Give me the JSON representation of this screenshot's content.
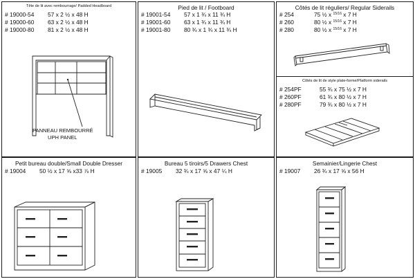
{
  "headboard": {
    "title": "Tête de lit avec rembourrage/ Padded Headboard",
    "rows": [
      {
        "code": "# 19000-54",
        "dims": "57 x 2 ½ x 48 H"
      },
      {
        "code": "# 19000-60",
        "dims": "63 x 2 ½ x 48 H"
      },
      {
        "code": "# 19000-80",
        "dims": "81 x 2 ½ x 48 H"
      }
    ],
    "callout_line1": "PANNEAU REMBOURRÉ",
    "callout_line2": "UPH PANEL"
  },
  "footboard": {
    "title": "Pied de lit / Footboard",
    "rows": [
      {
        "code": "# 19001-54",
        "dims": "57 x 1 ¾ x 11 ¾ H"
      },
      {
        "code": "# 19001-60",
        "dims": "63 x 1 ¾ x 11 ¾ H"
      },
      {
        "code": "# 19001-80",
        "dims": "80 ¾ x 1 ¾ x 11 ¾ H"
      }
    ]
  },
  "regular_siderails": {
    "title": "Côtés de lit réguliers/ Regular Siderails",
    "rows": [
      {
        "code": "# 254",
        "dims_a": "75 ½ x ",
        "frac": "15/16",
        "dims_b": " x 7 H"
      },
      {
        "code": "# 260",
        "dims_a": "80 ½ x ",
        "frac": "15/16",
        "dims_b": " x 7 H"
      },
      {
        "code": "# 280",
        "dims_a": "80 ½ x ",
        "frac": "15/16",
        "dims_b": " x 7 H"
      }
    ]
  },
  "platform_siderails": {
    "title": "Côtés de lit de style plate-forme/Platform siderails",
    "rows": [
      {
        "code": "# 254PF",
        "dims": "55 ¾ x 75 ½ x 7 H"
      },
      {
        "code": "# 260PF",
        "dims": "61 ¾ x 80 ½ x 7 H"
      },
      {
        "code": "# 280PF",
        "dims": "79 ¾ x 80 ½ x 7 H"
      }
    ]
  },
  "small_double_dresser": {
    "title": "Petit bureau double/Small Double Dresser",
    "rows": [
      {
        "code": "# 19004",
        "dims": "50 ½ x 17 ⅝ x33 ⅞ H"
      }
    ]
  },
  "drawers_chest": {
    "title": "Bureau 5 tiroirs/5 Drawers Chest",
    "rows": [
      {
        "code": "# 19005",
        "dims": "32 ¾ x 17 ⅝ x 47 ¼ H"
      }
    ]
  },
  "lingerie_chest": {
    "title": "Semainier/Lingerie Chest",
    "rows": [
      {
        "code": "# 19007",
        "dims": "26 ¾ x 17 ⅝ x 56 H"
      }
    ]
  },
  "icons": [
    "headboard-drawing",
    "footboard-drawing",
    "siderail-drawing",
    "platform-siderail-drawing",
    "dresser-drawing",
    "chest-drawing",
    "lingerie-chest-drawing"
  ]
}
